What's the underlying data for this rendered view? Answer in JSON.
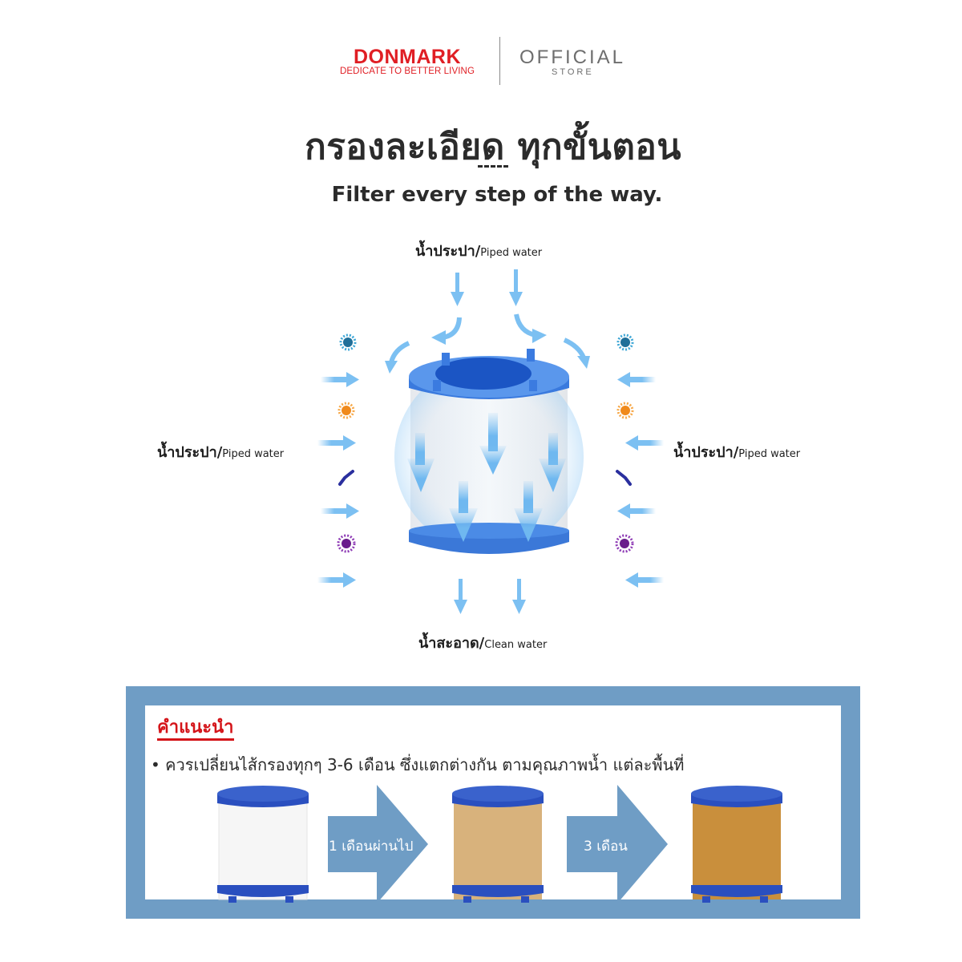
{
  "header": {
    "brand_name": "DONMARK",
    "brand_tagline": "DEDICATE TO BETTER LIVING",
    "official": "OFFICIAL",
    "store": "STORE",
    "brand_color": "#e01e24"
  },
  "titles": {
    "thai": "กรองละเอียด ทุกขั้นตอน",
    "english": "Filter every step of the way."
  },
  "diagram": {
    "inlet_top": {
      "thai": "น้ำประปา/",
      "english": "Piped water"
    },
    "inlet_left": {
      "thai": "น้ำประปา/",
      "english": "Piped water"
    },
    "inlet_right": {
      "thai": "น้ำประปา/",
      "english": "Piped water"
    },
    "outlet_bottom": {
      "thai": "น้ำสะอาด/",
      "english": "Clean water"
    },
    "contaminants": [
      "blue-germ",
      "orange-germ",
      "navy-worm",
      "purple-germ"
    ],
    "colors": {
      "arrow": "#7cc0f2",
      "filter_cap": "#3b7be0",
      "frame": "#6f9dc5"
    }
  },
  "advice": {
    "title": "คำแนะนำ",
    "text": "• ควรเปลี่ยนไส้กรองทุกๆ 3-6 เดือน ซึ่งแตกต่างกัน ตามคุณภาพน้ำ แต่ละพื้นที่",
    "stages": [
      {
        "state": "new",
        "color": "#f6f6f6"
      },
      {
        "state": "1-month",
        "color": "#d8b27c"
      },
      {
        "state": "3-months",
        "color": "#c98f3c"
      }
    ],
    "arrows": [
      {
        "label": "1 เดือนผ่านไป"
      },
      {
        "label": "3 เดือน"
      }
    ]
  }
}
